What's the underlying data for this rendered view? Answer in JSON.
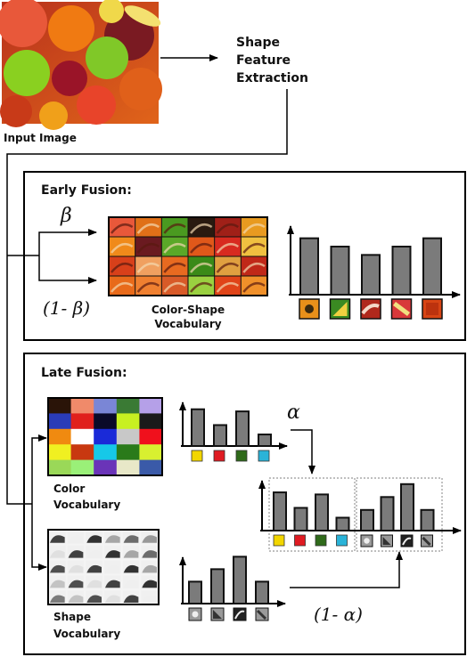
{
  "labels": {
    "input_image": "Input Image",
    "shape_feature_extraction": [
      "Shape",
      "Feature",
      "Extraction"
    ],
    "early_fusion": "Early Fusion:",
    "late_fusion": "Late Fusion:",
    "color_shape_vocabulary": [
      "Color-Shape",
      "Vocabulary"
    ],
    "color_vocabulary": [
      "Color",
      "Vocabulary"
    ],
    "shape_vocabulary": [
      "Shape",
      "Vocabulary"
    ]
  },
  "weights": {
    "beta": "β",
    "one_minus_beta": "(1- β)",
    "alpha": "α",
    "one_minus_alpha": "(1- α)"
  },
  "histograms": {
    "early_fusion": [
      0.88,
      0.75,
      0.62,
      0.75,
      0.88
    ],
    "late_color": [
      0.86,
      0.49,
      0.81,
      0.27
    ],
    "late_shape": [
      0.44,
      0.69,
      0.94,
      0.44
    ],
    "combined_color": [
      0.74,
      0.44,
      0.7,
      0.25
    ],
    "combined_shape": [
      0.4,
      0.65,
      0.9,
      0.4
    ]
  },
  "colors": {
    "color_words": [
      "#f2d600",
      "#e01b22",
      "#2f6a1a",
      "#2ab3d8"
    ],
    "color_vocabulary_grid": [
      [
        "#2a1408",
        "#f08a6a",
        "#7a86d6",
        "#3a7a34",
        "#b5a0e8"
      ],
      [
        "#2a3cb8",
        "#e0201c",
        "#0a0a28",
        "#c8f021",
        "#1a1a1a"
      ],
      [
        "#f08a10",
        "#ffffff",
        "#1a2ad8",
        "#c8c8c8",
        "#f0101c"
      ],
      [
        "#f0f021",
        "#c83810",
        "#16c8e8",
        "#2a7a1a",
        "#d8f030"
      ],
      [
        "#9ad858",
        "#9af078",
        "#6a34b8",
        "#e8e8c8",
        "#3a5aa8"
      ]
    ]
  }
}
